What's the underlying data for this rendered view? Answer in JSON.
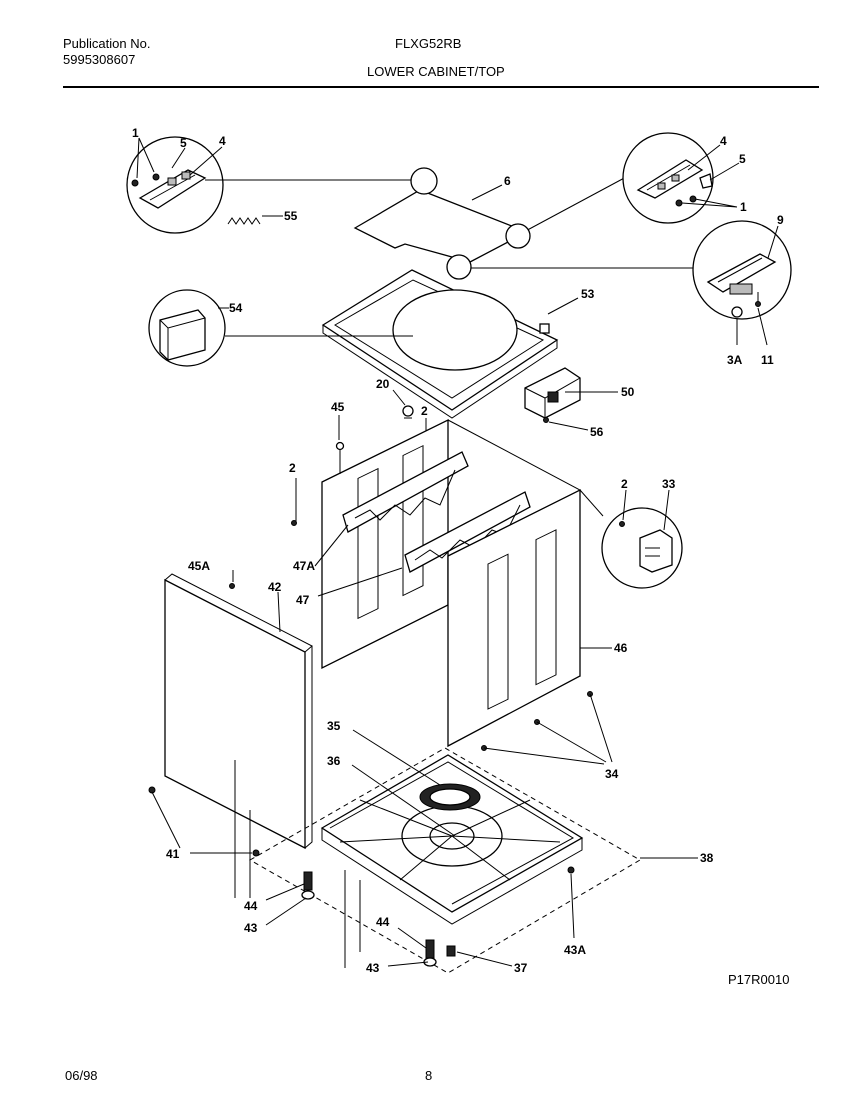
{
  "header": {
    "publication_label": "Publication No.",
    "publication_number": "5995308607",
    "model": "FLXG52RB",
    "section_title": "LOWER CABINET/TOP"
  },
  "footer": {
    "date": "06/98",
    "page_number": "8",
    "diagram_code": "P17R0010"
  },
  "callouts": {
    "c1a": "1",
    "c5a": "5",
    "c4a": "4",
    "c55": "55",
    "c6": "6",
    "c4b": "4",
    "c5b": "5",
    "c1b": "1",
    "c9": "9",
    "c3a": "3A",
    "c11": "11",
    "c54": "54",
    "c53": "53",
    "c20": "20",
    "c2a": "2",
    "c45": "45",
    "c50": "50",
    "c56": "56",
    "c2b": "2",
    "c2c": "2",
    "c33": "33",
    "c47a": "47A",
    "c47": "47",
    "c45a": "45A",
    "c42": "42",
    "c46": "46",
    "c35": "35",
    "c36": "36",
    "c34": "34",
    "c41": "41",
    "c38": "38",
    "c44a": "44",
    "c43a": "43",
    "c44b": "44",
    "c43b": "43",
    "c37": "37",
    "c43c": "43A"
  }
}
